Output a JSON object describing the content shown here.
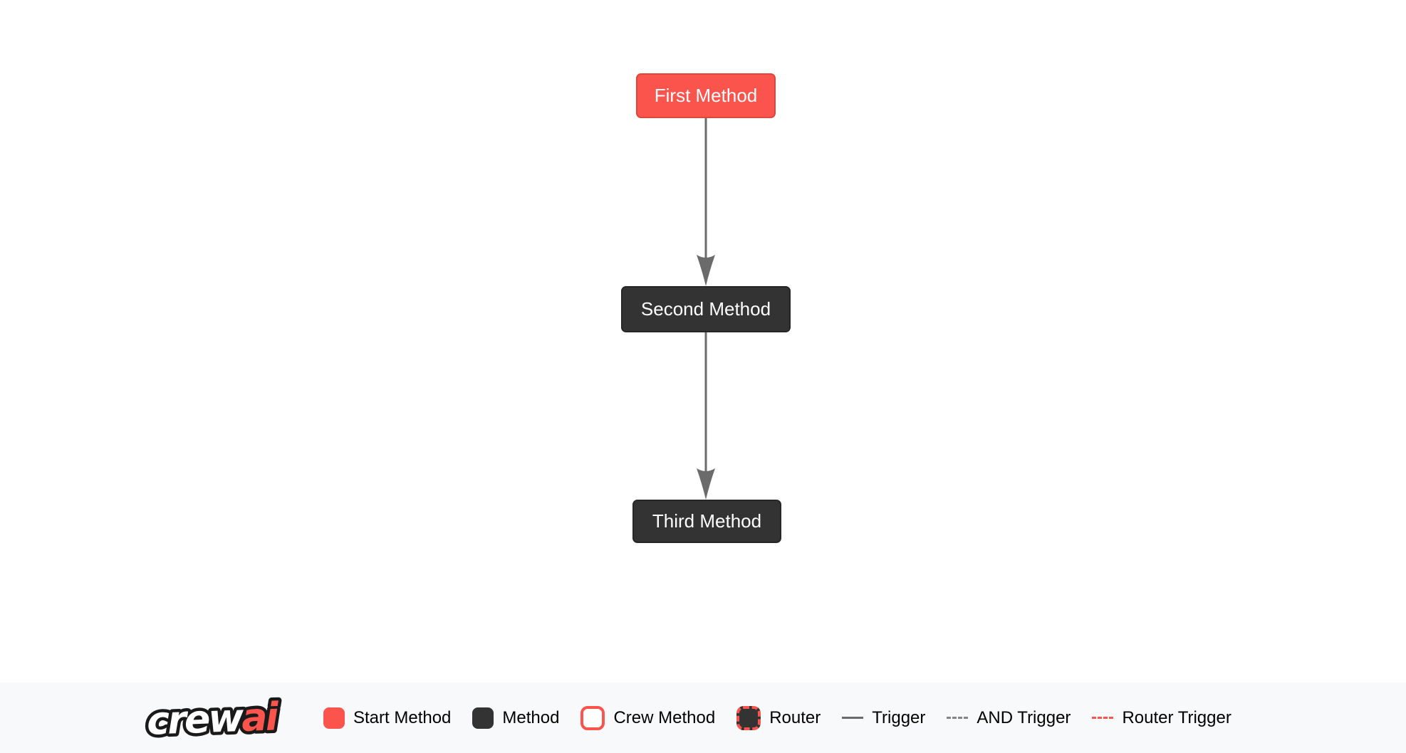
{
  "diagram": {
    "nodes": [
      {
        "id": "first_method",
        "label": "First Method",
        "type": "start-method",
        "fill": "#fa544c",
        "border": "#e0453c",
        "text_color": "#ffffff"
      },
      {
        "id": "second_method",
        "label": "Second Method",
        "type": "method",
        "fill": "#333333",
        "border": "#262626",
        "text_color": "#ffffff"
      },
      {
        "id": "third_method",
        "label": "Third Method",
        "type": "method",
        "fill": "#333333",
        "border": "#262626",
        "text_color": "#ffffff"
      }
    ],
    "edges": [
      {
        "from": "first_method",
        "to": "second_method",
        "type": "trigger",
        "color": "#6b6b6b"
      },
      {
        "from": "second_method",
        "to": "third_method",
        "type": "trigger",
        "color": "#6b6b6b"
      }
    ]
  },
  "footer": {
    "logo": {
      "text_primary": "crew",
      "text_accent": "ai",
      "primary_color": "#ffffff",
      "accent_color": "#fa544c",
      "outline_color": "#1a1a1a"
    },
    "legend": [
      {
        "label": "Start Method",
        "swatch": "start-method-swatch"
      },
      {
        "label": "Method",
        "swatch": "method-swatch"
      },
      {
        "label": "Crew Method",
        "swatch": "crew-method-swatch"
      },
      {
        "label": "Router",
        "swatch": "router-swatch"
      },
      {
        "label": "Trigger",
        "swatch": "trigger-line-swatch"
      },
      {
        "label": "AND Trigger",
        "swatch": "and-trigger-line-swatch"
      },
      {
        "label": "Router Trigger",
        "swatch": "router-trigger-line-swatch"
      }
    ]
  },
  "colors": {
    "start_method": "#fa544c",
    "method": "#333333",
    "edge": "#6b6b6b",
    "legend_bar_background": "#f8f9fa",
    "canvas_background": "#ffffff",
    "legend_text": "#000000"
  }
}
